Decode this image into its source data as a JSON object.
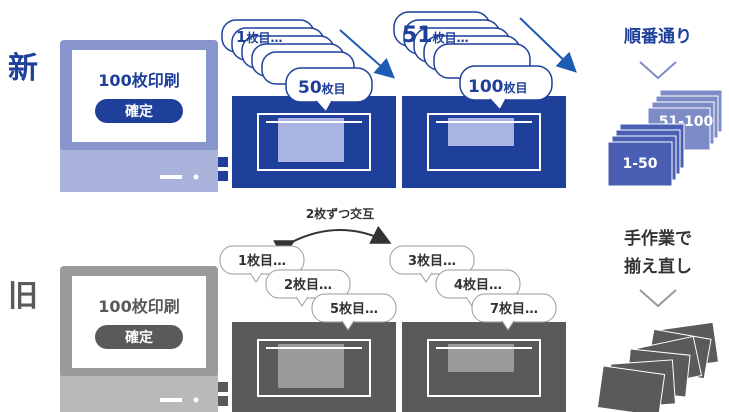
{
  "new_row": {
    "label": "新",
    "screen_title": "100枚印刷",
    "confirm_button": "確定",
    "bubbles_a": {
      "first_num": "1",
      "first_suffix": "枚目…",
      "last_num": "50",
      "last_suffix": "枚目"
    },
    "bubbles_b": {
      "first_num": "51",
      "first_suffix": "枚目…",
      "last_num": "100",
      "last_suffix": "枚目"
    },
    "result_label": "順番通り",
    "stack_front": "1-50",
    "stack_back": "51-100"
  },
  "old_row": {
    "label": "旧",
    "screen_title": "100枚印刷",
    "confirm_button": "確定",
    "alternate_label": "2枚ずつ交互",
    "bubbles_left": [
      "1枚目…",
      "2枚目…",
      "5枚目…"
    ],
    "bubbles_right": [
      "3枚目…",
      "4枚目…",
      "7枚目…"
    ],
    "result_line1": "手作業で",
    "result_line2": "揃え直し"
  },
  "colors": {
    "new_blue": "#1e3f9a",
    "new_screen": "#7d8cc7",
    "new_body": "#a9b3dc",
    "old_dark": "#5a5a5a",
    "old_body": "#b9b9b9",
    "bubble_border": "#1e3f9a"
  }
}
